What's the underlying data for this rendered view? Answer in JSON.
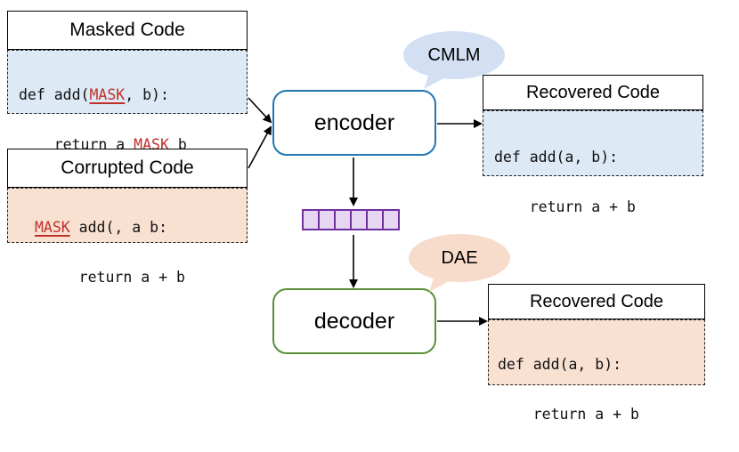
{
  "masked": {
    "title": "Masked Code",
    "line1_a": "def add(",
    "line1_mask": "MASK",
    "line1_b": ", b):",
    "line2_a": "    return a ",
    "line2_mask": "MASK",
    "line2_b": " b"
  },
  "corrupted": {
    "title": "Corrupted Code",
    "line1_indent": "  ",
    "line1_mask": "MASK",
    "line1_b": " add(, a b:",
    "line2": "     return a + b"
  },
  "encoder": {
    "label": "encoder",
    "border": "#1f77b4"
  },
  "decoder": {
    "label": "decoder",
    "border": "#5a8f3a"
  },
  "cmlm": {
    "label": "CMLM",
    "fill": "#d3e0f3"
  },
  "dae": {
    "label": "DAE",
    "fill": "#f8dccb"
  },
  "recovered_top": {
    "title": "Recovered Code",
    "line1": "def add(a, b):",
    "line2": "    return a + b"
  },
  "recovered_bottom": {
    "title": "Recovered Code",
    "line1": "def add(a, b):",
    "line2": "    return a + b"
  },
  "colors": {
    "blue_bg": "#dde9f5",
    "peach_bg": "#f9e1d2",
    "mask_red": "#c0302a",
    "vector_purple": "#7030a0",
    "vector_fill": "#e6d6f2"
  }
}
